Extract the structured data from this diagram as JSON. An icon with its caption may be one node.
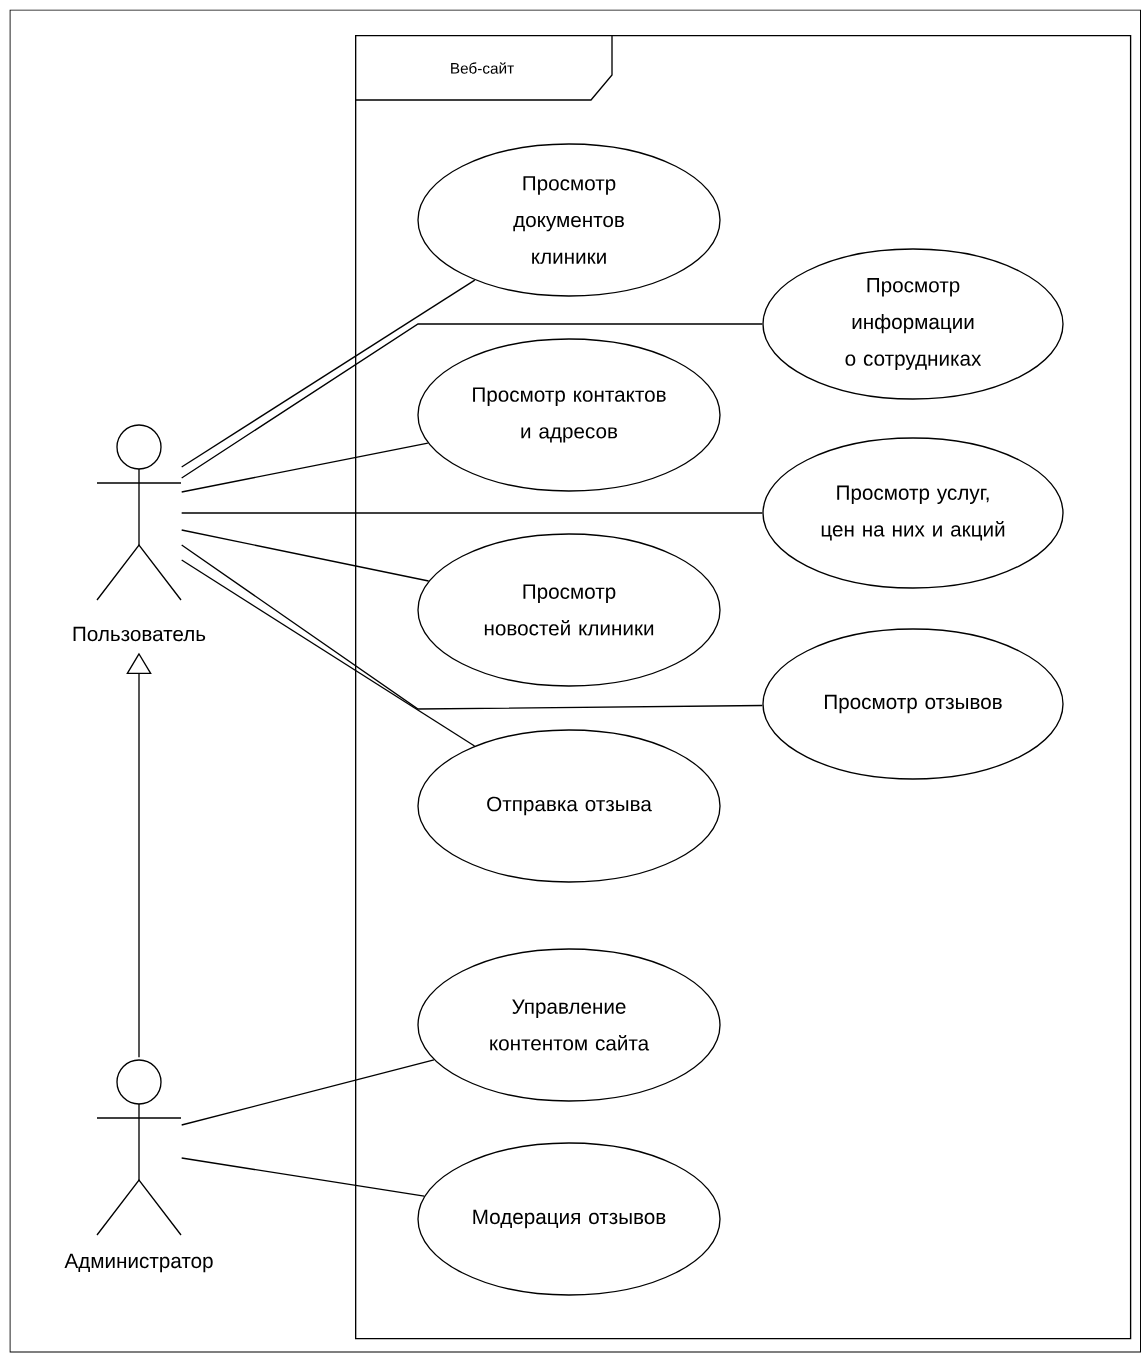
{
  "diagram": {
    "nodes": [
      {
        "text": [
          "Пользователь"
        ]
      },
      {
        "text": [
          "Администратор"
        ]
      },
      {
        "text": [
          "Веб-сайт"
        ]
      },
      {
        "text": [
          "Просмотр документов клиники"
        ],
        "in": 2
      },
      {
        "text": [
          "Просмотр информации о сотрудниках"
        ],
        "in": 2
      },
      {
        "text": [
          "Просмотр контактов и адресов"
        ],
        "in": 2
      },
      {
        "text": [
          "Просмотр услуг, цен на них и акций"
        ],
        "in": 2
      },
      {
        "text": [
          "Просмотр новостей клиники"
        ],
        "in": 2
      },
      {
        "text": [
          "Просмотр отзывов"
        ],
        "in": 2
      },
      {
        "text": [
          "Отправка отзыва"
        ],
        "in": 2
      },
      {
        "text": [
          "Управление контентом сайта"
        ],
        "in": 2
      },
      {
        "text": [
          "Модерация отзывов"
        ],
        "in": 2
      }
    ],
    "edges": [
      {
        "from": 0,
        "to": 3,
        "arrow": "none"
      },
      {
        "from": 0,
        "to": 4,
        "arrow": "none"
      },
      {
        "from": 0,
        "to": 5,
        "arrow": "none"
      },
      {
        "from": 0,
        "to": 6,
        "arrow": "none"
      },
      {
        "from": 0,
        "to": 7,
        "arrow": "none"
      },
      {
        "from": 0,
        "to": 8,
        "arrow": "none"
      },
      {
        "from": 0,
        "to": 9,
        "arrow": "none"
      },
      {
        "from": 1,
        "to": 10,
        "arrow": "none"
      },
      {
        "from": 1,
        "to": 11,
        "arrow": "none"
      },
      {
        "from": 1,
        "to": 0,
        "arrow": "to"
      }
    ]
  }
}
